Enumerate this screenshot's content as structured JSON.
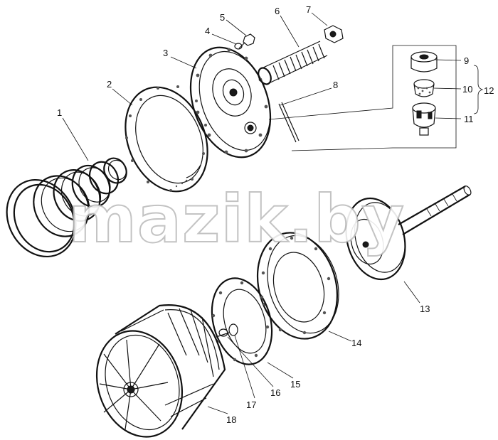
{
  "watermark": "mazik.by",
  "callouts": [
    {
      "id": "1",
      "text": "1"
    },
    {
      "id": "2",
      "text": "2"
    },
    {
      "id": "3",
      "text": "3"
    },
    {
      "id": "4",
      "text": "4"
    },
    {
      "id": "5",
      "text": "5"
    },
    {
      "id": "6",
      "text": "6"
    },
    {
      "id": "7",
      "text": "7"
    },
    {
      "id": "8",
      "text": "8"
    },
    {
      "id": "9",
      "text": "9"
    },
    {
      "id": "10",
      "text": "10"
    },
    {
      "id": "11",
      "text": "11"
    },
    {
      "id": "12",
      "text": "12"
    },
    {
      "id": "13",
      "text": "13"
    },
    {
      "id": "14",
      "text": "14"
    },
    {
      "id": "15",
      "text": "15"
    },
    {
      "id": "16",
      "text": "16"
    },
    {
      "id": "17",
      "text": "17"
    },
    {
      "id": "18",
      "text": "18"
    }
  ],
  "colors": {
    "ink": "#111111",
    "paper": "#ffffff",
    "watermark_outline": "#bdbdbd"
  }
}
